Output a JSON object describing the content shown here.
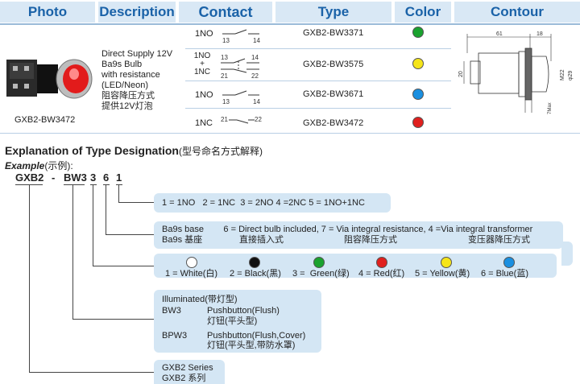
{
  "header": {
    "photo": "Photo",
    "description": "Description",
    "contact": "Contact",
    "type": "Type",
    "color": "Color",
    "contour": "Contour"
  },
  "product": {
    "model": "GXB2-BW3472",
    "description": [
      "Direct Supply 12V",
      "Ba9s Bulb",
      "with resistance",
      "(LED/Neon)",
      "阻容降压方式",
      "提供12V灯泡"
    ]
  },
  "rows": [
    {
      "contact": "1NO",
      "nums": [
        "13",
        "14"
      ],
      "type": "GXB2-BW3371",
      "color": "#1aa22e"
    },
    {
      "contact_lines": [
        "1NO",
        "+",
        "1NC"
      ],
      "nums": [
        "13",
        "14",
        "21",
        "22"
      ],
      "type": "GXB2-BW3575",
      "color": "#f5e51a"
    },
    {
      "contact": "1NO",
      "nums": [
        "13",
        "14"
      ],
      "type": "GXB2-BW3671",
      "color": "#1a8fe0"
    },
    {
      "contact": "1NC",
      "nums": [
        "21",
        "22"
      ],
      "type": "GXB2-BW3472",
      "color": "#e0201e"
    }
  ],
  "contour": {
    "dim_61": "61",
    "dim_18": "18",
    "dim_20": "20",
    "dim_m22": "M22",
    "dim_29": "φ29",
    "dim_max": "7Max"
  },
  "explanation": {
    "title": "Explanation of Type Designation",
    "title_cn": "(型号命名方式解释)",
    "example": "Example",
    "example_cn": "(示例):",
    "code": [
      "GXB2",
      "-",
      "BW3",
      "3",
      "6",
      "1"
    ]
  },
  "box1": "1 = 1NO   2 = 1NC  3 = 2NO 4 =2NC 5 = 1NO+1NC",
  "box2": {
    "line1": "Ba9s base        6 = Direct bulb included, 7 = Via integral resistance, 4 =Via integral transformer",
    "line2_a": "Ba9s 基座",
    "line2_b": "直接插入式",
    "line2_c": "阻容降压方式",
    "line2_d": "变压器降压方式"
  },
  "box3": [
    {
      "label": "1 = White(白)",
      "color": "#ffffff"
    },
    {
      "label": "2 = Black(黑)",
      "color": "#111111"
    },
    {
      "label": "3 =  Green(绿)",
      "color": "#1aa22e"
    },
    {
      "label": "4 = Red(红)",
      "color": "#e0201e"
    },
    {
      "label": "5 = Yellow(黄)",
      "color": "#f5e51a"
    },
    {
      "label": "6 = Blue(蓝)",
      "color": "#1a8fe0"
    }
  ],
  "box4": {
    "l1": "Illuminated(带灯型)",
    "l2a": "BW3",
    "l2b": "Pushbutton(Flush)",
    "l3": "灯钮(平头型)",
    "l4a": "BPW3",
    "l4b": "Pushbutton(Flush,Cover)",
    "l5": "灯钮(平头型,带防水罩)"
  },
  "box5": {
    "l1": "GXB2 Series",
    "l2": "GXB2 系列"
  }
}
